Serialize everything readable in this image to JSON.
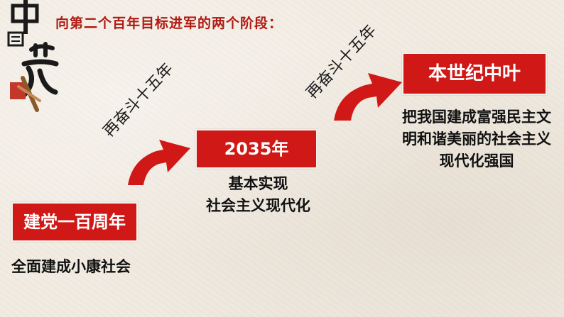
{
  "header": {
    "title": "向第二个百年目标进军的两个阶段："
  },
  "logo": {
    "text": "中國夢"
  },
  "stages": [
    {
      "label": "建党一百周年",
      "lines": [
        "全面建成小康社会"
      ]
    },
    {
      "label": "2035年",
      "lines": [
        "基本实现",
        "社会主义现代化"
      ]
    },
    {
      "label": "本世纪中叶",
      "lines": [
        "把我国建成富强民主文",
        "明和谐美丽的社会主义",
        "现代化强国"
      ]
    }
  ],
  "connectors": [
    {
      "text": "再奋斗十五年"
    },
    {
      "text": "再奋斗十五年"
    }
  ],
  "colors": {
    "accent": "#d01816",
    "title": "#b01a12",
    "background": "#f1ebe2"
  }
}
